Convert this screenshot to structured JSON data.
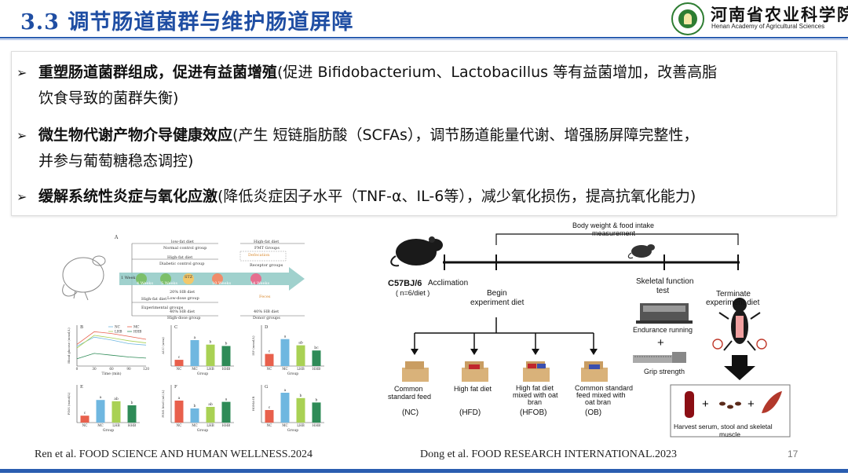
{
  "header": {
    "title": "3.3 调节肠道菌群与维护肠道屏障",
    "org_name_cn": "河南省农业科学院",
    "org_name_en": "Henan Academy of Agricultural Sciences"
  },
  "bullets": [
    {
      "bold": "重塑肠道菌群组成，促进有益菌增殖",
      "line1": "(促进 Bifidobacterium、Lactobacillus 等有益菌增加，改善高脂",
      "line2": "饮食导致的菌群失衡)"
    },
    {
      "bold": "微生物代谢产物介导健康效应",
      "line1": "(产生 短链脂肪酸（SCFAs），调节肠道能量代谢、增强肠屏障完整性，",
      "line2": "并参与葡萄糖稳态调控)"
    },
    {
      "bold": "缓解系统性炎症与氧化应激",
      "line1": "(降低炎症因子水平（TNF-α、IL-6等），减少氧化损伤，提高抗氧化能力)"
    }
  ],
  "left_figure": {
    "panel_labels": [
      "A",
      "B",
      "C",
      "D",
      "E",
      "F",
      "G"
    ],
    "top_groups": {
      "low_fat": "low-fat diet",
      "normal": "Normal control group",
      "high_fat_upper": "High-fat diet",
      "diabetic": "Diabetic control group",
      "hb20": "20% HB diet",
      "low_dose": "Low-dose group",
      "high_fat_lower": "High-fat diet",
      "experimental": "Experimental groups",
      "hb40": "40% HB diet",
      "high_dose": "High-dose group",
      "high_fat_right": "High-fat diet",
      "fmt": "FMT Groups",
      "hb40_right": "40% HB diet",
      "donor": "Donor groups",
      "defecation": "Defecation",
      "receptor": "Receptor groups",
      "feces": "Feces"
    },
    "timeline": [
      "1 Week",
      "4 Weeks",
      "5 Weeks",
      "STZ",
      "10 Weeks",
      "14 Weeks"
    ],
    "legend": [
      "NC",
      "MC",
      "LHB",
      "HHB"
    ],
    "x_group_label": "Group",
    "x_time_label": "Time (min)",
    "time_ticks": [
      "0",
      "30",
      "60",
      "90",
      "120"
    ],
    "y_labels": {
      "B": "Blood glucose (mmol/L)",
      "C": "AUC (area)",
      "D": "ISP (mmol/L)",
      "E": "FINS (mmol/L)",
      "F": "FINS level (mU/L)",
      "G": "HOMA-IR"
    },
    "group_ticks": [
      "NC",
      "MC",
      "LHB",
      "HHB"
    ],
    "colors": [
      "#e8604c",
      "#6fb7e0",
      "#a9d154",
      "#2e8b57"
    ],
    "bars": {
      "C": [
        0.18,
        0.75,
        0.62,
        0.58
      ],
      "D": [
        0.35,
        0.78,
        0.6,
        0.45
      ],
      "E": [
        0.22,
        0.72,
        0.68,
        0.55
      ],
      "F": [
        0.7,
        0.45,
        0.5,
        0.66
      ],
      "G": [
        0.4,
        0.95,
        0.78,
        0.64
      ]
    },
    "sig": {
      "C": [
        "c",
        "a",
        "b",
        "b"
      ],
      "D": [
        "c",
        "a",
        "ab",
        "bc"
      ],
      "E": [
        "c",
        "a",
        "ab",
        "b"
      ],
      "F": [
        "a",
        "b",
        "ab",
        "a"
      ],
      "G": [
        "c",
        "a",
        "b",
        "b"
      ]
    },
    "citation": "Ren et al. FOOD SCIENCE AND HUMAN WELLNESS.2024"
  },
  "right_figure": {
    "mouse_strain": "C57BJ/6",
    "n_note": "( n=6/diet )",
    "acclimation": "Acclimation",
    "body_weight": "Body weight & food intake",
    "measurement": "measurement",
    "begin": "Begin",
    "begin2": "experiment diet",
    "skeletal": "Skeletal function",
    "skeletal2": "test",
    "terminate": "Terminate",
    "terminate2": "experiment diet",
    "endurance": "Endurance running",
    "plus": "+",
    "grip": "Grip strength",
    "diets": [
      {
        "name": "Common standard feed",
        "l1": "Common",
        "l2": "standard feed",
        "code": "(NC)"
      },
      {
        "name": "High fat diet",
        "l1": "High fat diet",
        "l2": "",
        "code": "(HFD)"
      },
      {
        "name": "High fat diet mixed with oat bran",
        "l1": "High fat diet",
        "l2": "mixed with oat",
        "l3": "bran",
        "code": "(HFOB)"
      },
      {
        "name": "Common standard feed mixed with oat bran",
        "l1": "Common standard",
        "l2": "feed mixed with",
        "l3": "oat bran",
        "code": "(OB)"
      }
    ],
    "harvest": "Harvest serum, stool and skeletal",
    "harvest2": "muscle",
    "citation": "Dong et al. FOOD RESEARCH INTERNATIONAL.2023"
  },
  "page_number": "17"
}
